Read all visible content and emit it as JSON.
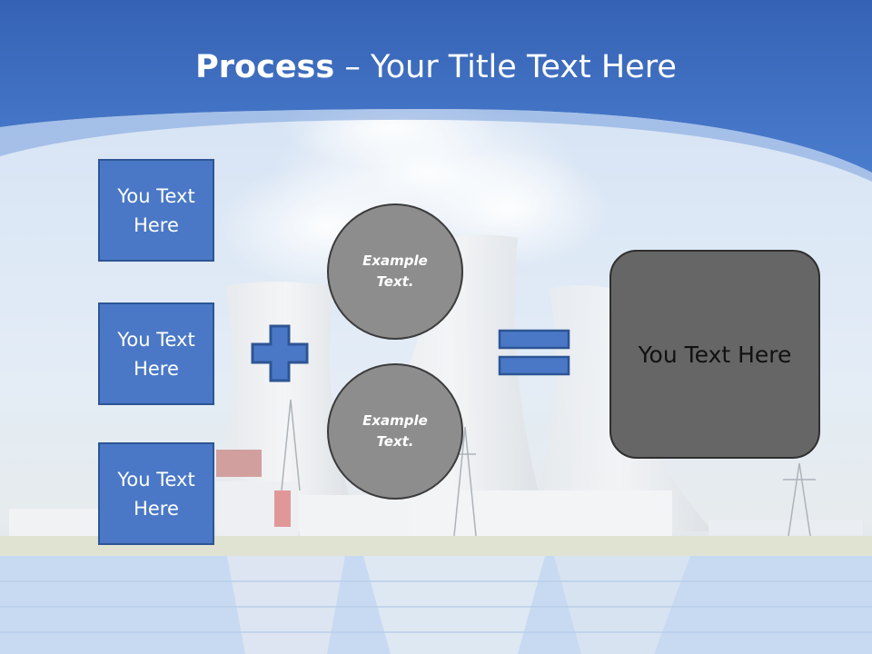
{
  "title": {
    "bold": "Process",
    "rest": " – Your Title Text Here"
  },
  "left_boxes": [
    {
      "label": "You Text Here"
    },
    {
      "label": "You Text Here"
    },
    {
      "label": "You Text Here"
    }
  ],
  "circles": [
    {
      "label": "Example Text."
    },
    {
      "label": "Example Text."
    }
  ],
  "operators": {
    "plus": "plus-icon",
    "equals": "equals-icon"
  },
  "result": {
    "label": "You Text Here"
  },
  "colors": {
    "header_blue": "#3a6cc0",
    "box_fill": "#4a78c6",
    "box_border": "#2d5595",
    "circle_fill": "#8d8d8d",
    "result_fill": "#666666"
  }
}
